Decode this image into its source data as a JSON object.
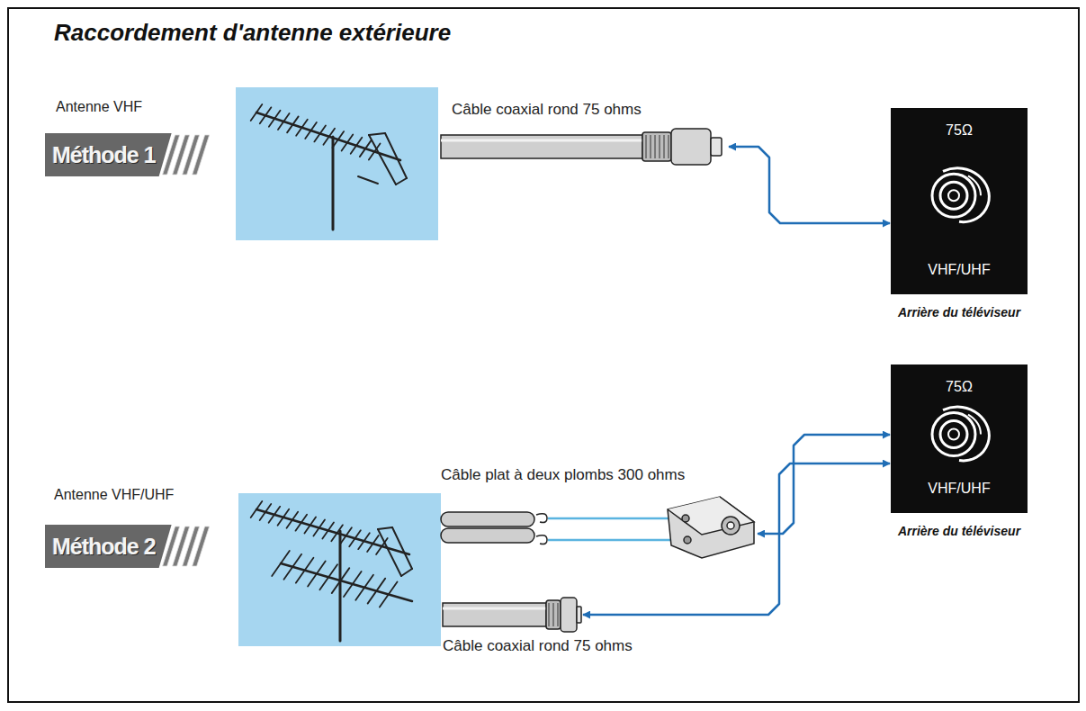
{
  "diagram": {
    "title": "Raccordement d'antenne extérieure",
    "nodes": [
      {
        "text": [
          "Méthode 1"
        ]
      },
      {
        "text": [
          "Câble coaxial rond 75 ohms"
        ]
      },
      {
        "text": [
          "75Ω",
          "VHF/UHF",
          "Arrière du téléviseur"
        ]
      },
      {
        "text": [
          "Méthode 2"
        ]
      },
      {
        "text": [
          "Câble plat à deux plombs 300 ohms"
        ]
      },
      {
        "text": [
          "75Ω",
          "VHF/UHF",
          "Arrière du téléviseur"
        ]
      },
      {
        "text": [
          "Câble coaxial rond 75 ohms"
        ]
      }
    ],
    "edges": [
      {
        "from": 1,
        "to": 2,
        "arrow": "both"
      },
      {
        "from": 4,
        "to": 5,
        "arrow": "both"
      },
      {
        "from": 6,
        "to": 5,
        "arrow": "both"
      }
    ],
    "labels": [
      "Antenne VHF",
      "Antenne VHF/UHF"
    ]
  }
}
